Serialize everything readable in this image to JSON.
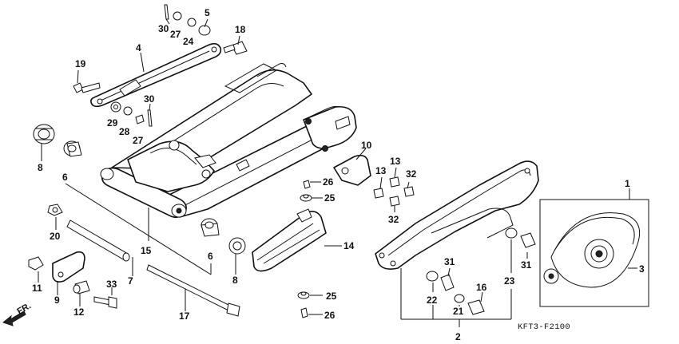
{
  "diagram_code": "KFT3-F2100",
  "direction_label": "FR.",
  "labels": {
    "p1": "1",
    "p2": "2",
    "p3": "3",
    "p4": "4",
    "p5": "5",
    "p6a": "6",
    "p6b": "6",
    "p7": "7",
    "p8a": "8",
    "p8b": "8",
    "p9": "9",
    "p10": "10",
    "p11": "11",
    "p12": "12",
    "p13a": "13",
    "p13b": "13",
    "p14": "14",
    "p15": "15",
    "p16": "16",
    "p17": "17",
    "p18": "18",
    "p19": "19",
    "p20": "20",
    "p21": "21",
    "p22": "22",
    "p23": "23",
    "p24": "24",
    "p25a": "25",
    "p25b": "25",
    "p26a": "26",
    "p26b": "26",
    "p27a": "27",
    "p27b": "27",
    "p28": "28",
    "p29": "29",
    "p30a": "30",
    "p30b": "30",
    "p31a": "31",
    "p31b": "31",
    "p32a": "32",
    "p32b": "32",
    "p33": "33"
  }
}
